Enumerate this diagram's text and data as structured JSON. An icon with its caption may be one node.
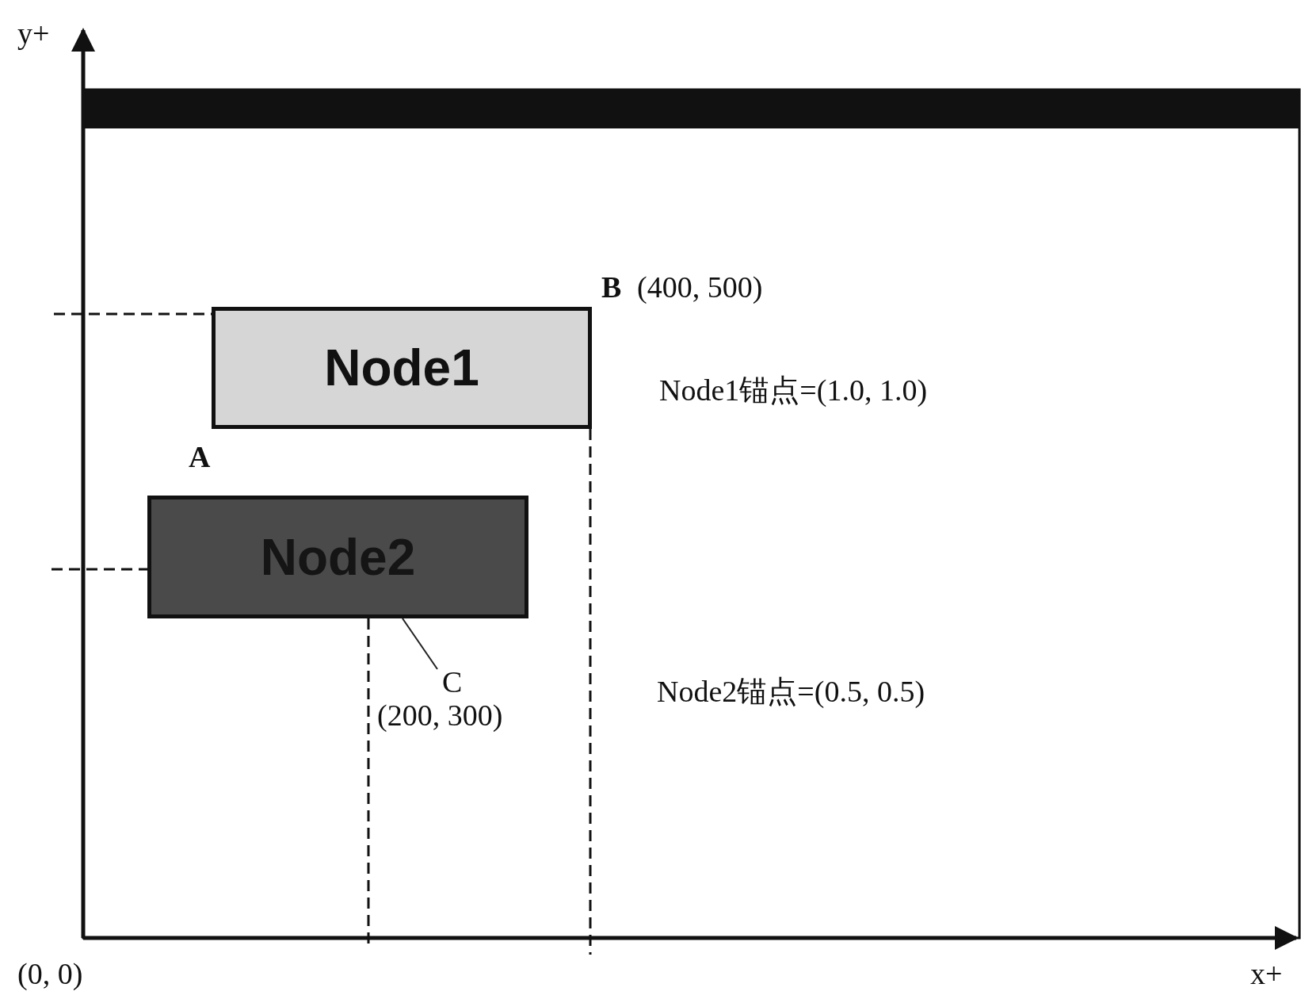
{
  "diagram": {
    "nodes": [
      {
        "text": [
          "Node1"
        ]
      },
      {
        "text": [
          "Node2"
        ]
      },
      {
        "text": [
          "C",
          "(200, 300)"
        ]
      }
    ],
    "edges": [
      {
        "from": 2,
        "to": 1,
        "arrow": "none"
      }
    ],
    "labels": [
      "y+",
      "B",
      "(400, 500)",
      "Node1锚点=(1.0, 1.0)",
      "A",
      "Node2锚点=(0.5, 0.5)",
      "(0, 0)",
      "x+"
    ]
  }
}
